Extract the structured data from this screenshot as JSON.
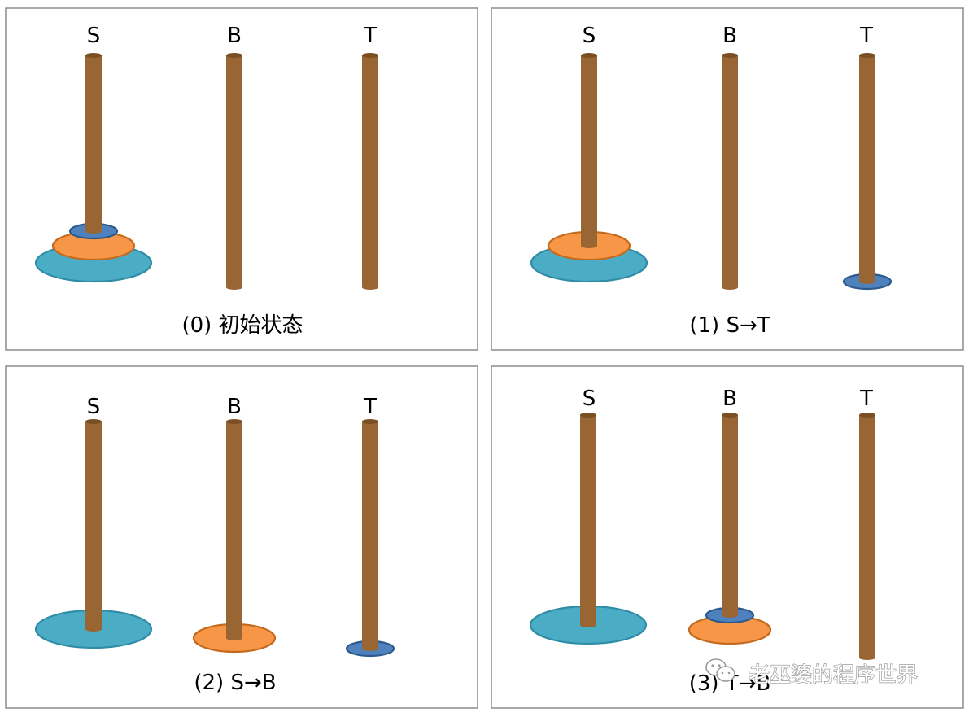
{
  "colors": {
    "frame_border": "#8c8c8c",
    "rod": "#996633",
    "rod_edge": "#7a4f24",
    "disk_large_fill": "#4bacc6",
    "disk_large_stroke": "#2e8ca6",
    "disk_medium_fill": "#f79646",
    "disk_medium_stroke": "#c46a1e",
    "disk_small_fill": "#4f81bd",
    "disk_small_stroke": "#2c5a8e"
  },
  "panels": [
    {
      "pegs": [
        {
          "label": "S",
          "disks": [
            "large",
            "medium",
            "small"
          ]
        },
        {
          "label": "B",
          "disks": []
        },
        {
          "label": "T",
          "disks": []
        }
      ],
      "caption": "(0) 初始状态"
    },
    {
      "pegs": [
        {
          "label": "S",
          "disks": [
            "large",
            "medium"
          ]
        },
        {
          "label": "B",
          "disks": []
        },
        {
          "label": "T",
          "disks": [
            "small"
          ]
        }
      ],
      "caption": "(1) S→T"
    },
    {
      "pegs": [
        {
          "label": "S",
          "disks": [
            "large"
          ]
        },
        {
          "label": "B",
          "disks": [
            "medium"
          ]
        },
        {
          "label": "T",
          "disks": [
            "small"
          ]
        }
      ],
      "caption": "(2) S→B"
    },
    {
      "pegs": [
        {
          "label": "S",
          "disks": [
            "large"
          ]
        },
        {
          "label": "B",
          "disks": [
            "medium",
            "small"
          ]
        },
        {
          "label": "T",
          "disks": []
        }
      ],
      "caption": "(3) T→B"
    }
  ],
  "watermark": {
    "text": "老巫婆的程序世界",
    "icon": "wechat-icon"
  }
}
